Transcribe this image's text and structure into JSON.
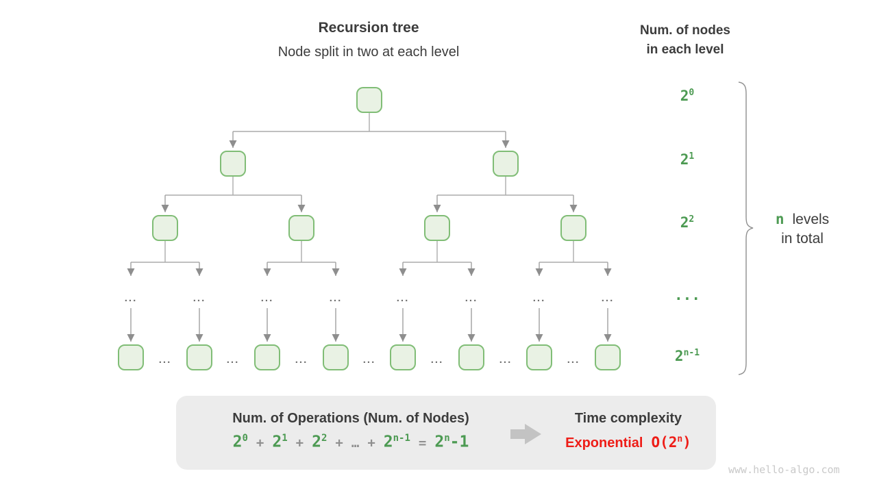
{
  "header": {
    "title": "Recursion tree",
    "subtitle": "Node split in two at each level",
    "right_title_line1": "Num. of nodes",
    "right_title_line2": "in each level"
  },
  "level_labels": [
    {
      "base": "2",
      "sup": "0"
    },
    {
      "base": "2",
      "sup": "1"
    },
    {
      "base": "2",
      "sup": "2"
    },
    {
      "dots": "..."
    },
    {
      "base": "2",
      "sup": "n-1"
    }
  ],
  "tree": {
    "ellipsis": "..."
  },
  "brace_label": {
    "n": "n",
    "levels_word": "levels",
    "total_word": "in total"
  },
  "summary": {
    "operations_title": "Num. of Operations (Num. of Nodes)",
    "formula": {
      "terms": [
        {
          "base": "2",
          "sup": "0"
        },
        {
          "op": "+"
        },
        {
          "base": "2",
          "sup": "1"
        },
        {
          "op": "+"
        },
        {
          "base": "2",
          "sup": "2"
        },
        {
          "op": "+"
        },
        {
          "op": "…"
        },
        {
          "op": "+"
        },
        {
          "base": "2",
          "sup": "n-1"
        },
        {
          "op": "="
        },
        {
          "base": "2",
          "sup": "n",
          "tail": "-1"
        }
      ]
    },
    "time_title": "Time complexity",
    "complexity_word": "Exponential",
    "big_o_prefix": "O(2",
    "big_o_sup": "n",
    "big_o_suffix": ")"
  },
  "watermark": "www.hello-algo.com",
  "colors": {
    "green": "#4C9A52",
    "red": "#EE1D17",
    "node_fill": "#E9F2E4",
    "node_border": "#80BD76",
    "connector_gray": "#ACACAC",
    "summary_bg": "#ECECEC",
    "text_dark": "#3C3C3C"
  }
}
